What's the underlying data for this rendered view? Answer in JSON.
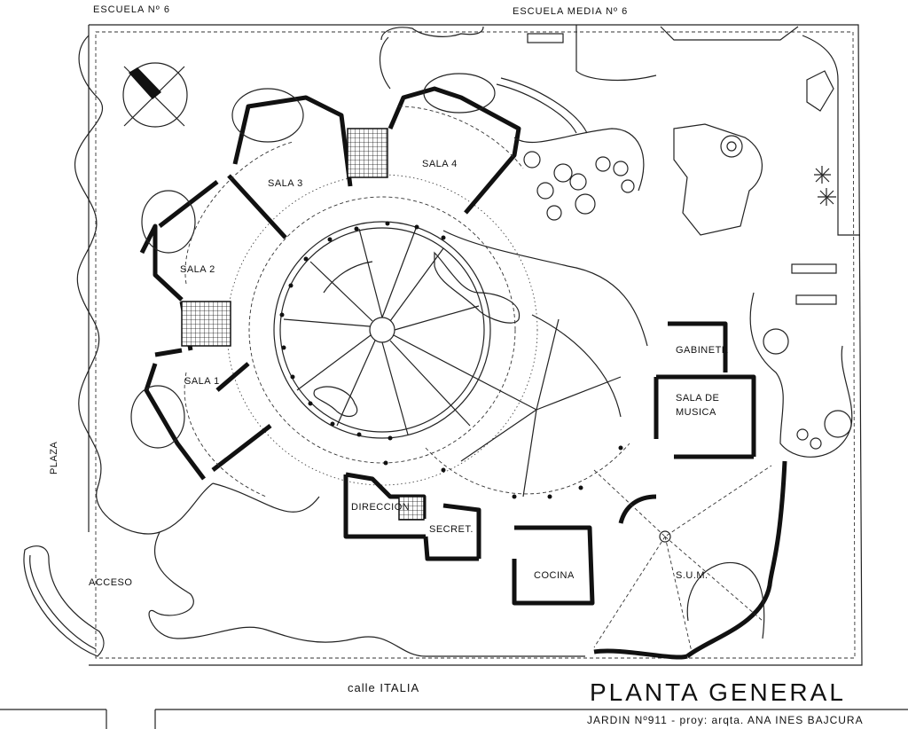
{
  "labels": {
    "escuela_left": "ESCUELA  Nº 6",
    "escuela_top": "ESCUELA  MEDIA Nº 6",
    "plaza": "PLAZA",
    "acceso": "ACCESO",
    "calle": "calle  ITALIA",
    "sala1": "SALA 1",
    "sala2": "SALA 2",
    "sala3": "SALA 3",
    "sala4": "SALA 4",
    "gabinete": "GABINETE",
    "sala_musica_1": "SALA  DE",
    "sala_musica_2": "MUSICA",
    "direccion": "DIRECCION",
    "secret": "SECRET.",
    "cocina": "COCINA",
    "sum": "S.U.M."
  },
  "title": {
    "main": "PLANTA  GENERAL",
    "sub": "JARDIN   Nº911 -  proy: arqta. ANA INES BAJCURA"
  }
}
